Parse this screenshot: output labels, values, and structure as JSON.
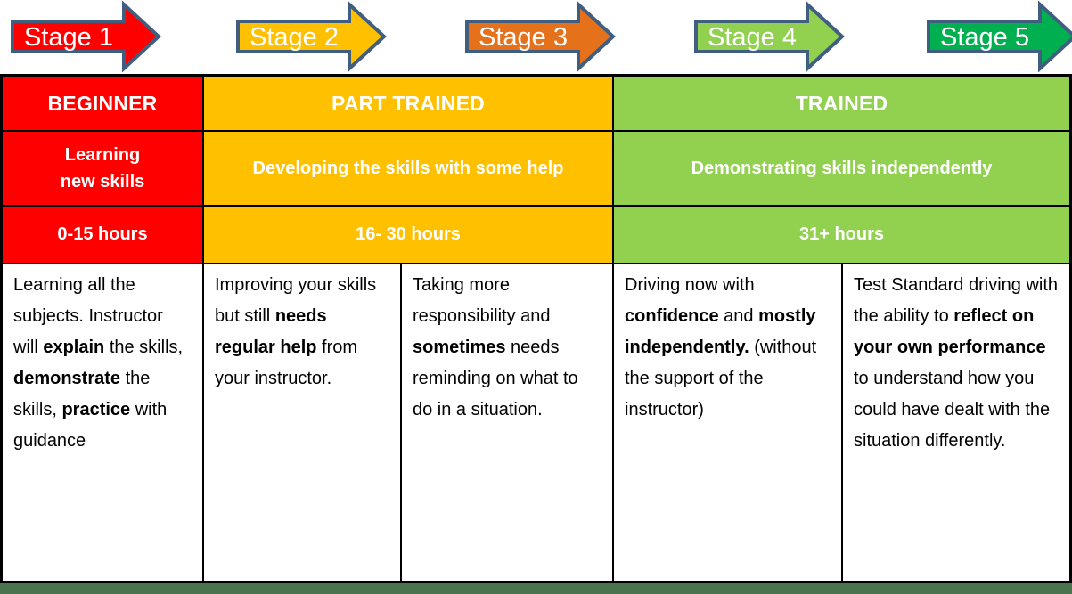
{
  "colors": {
    "stage1_red": "#FE0000",
    "stage2_yellow": "#FFC000",
    "stage3_orange": "#E5721B",
    "stage4_light_green": "#92D050",
    "stage5_green": "#00B050",
    "arrow_outline": "#405E7F",
    "table_border": "#000000",
    "header_text": "#FFFFFF",
    "body_text": "#000000",
    "bottom_bar_green": "#4A7450"
  },
  "stages": [
    {
      "label": "Stage 1",
      "color": "#FE0000"
    },
    {
      "label": "Stage 2",
      "color": "#FFC000"
    },
    {
      "label": "Stage 3",
      "color": "#E5721B"
    },
    {
      "label": "Stage 4",
      "color": "#92D050"
    },
    {
      "label": "Stage 5",
      "color": "#00B050"
    }
  ],
  "table": {
    "levels": [
      {
        "label": "BEGINNER",
        "color": "#FE0000"
      },
      {
        "label": "PART TRAINED",
        "color": "#FFC000"
      },
      {
        "label": "TRAINED",
        "color": "#92D050"
      }
    ],
    "summaries": [
      {
        "label": "Learning new skills",
        "color": "#FE0000"
      },
      {
        "label": "Developing the skills with some help",
        "color": "#FFC000"
      },
      {
        "label": "Demonstrating skills independently",
        "color": "#92D050"
      }
    ],
    "hours": [
      {
        "label": "0-15 hours",
        "color": "#FE0000"
      },
      {
        "label": "16- 30 hours",
        "color": "#FFC000"
      },
      {
        "label": "31+ hours",
        "color": "#92D050"
      }
    ],
    "details": [
      {
        "segments": [
          {
            "text": "Learning all the subjects. Instructor will ",
            "bold": false
          },
          {
            "text": "explain",
            "bold": true
          },
          {
            "text": " the skills, ",
            "bold": false
          },
          {
            "text": "demonstrate",
            "bold": true
          },
          {
            "text": " the skills, ",
            "bold": false
          },
          {
            "text": "practice",
            "bold": true
          },
          {
            "text": " with guidance",
            "bold": false
          }
        ]
      },
      {
        "segments": [
          {
            "text": "Improving your skills but still ",
            "bold": false
          },
          {
            "text": "needs regular help",
            "bold": true
          },
          {
            "text": " from your instructor.",
            "bold": false
          }
        ]
      },
      {
        "segments": [
          {
            "text": "Taking more responsibility and ",
            "bold": false
          },
          {
            "text": "sometimes",
            "bold": true
          },
          {
            "text": " needs reminding on what to do in a situation.",
            "bold": false
          }
        ]
      },
      {
        "segments": [
          {
            "text": "Driving now with ",
            "bold": false
          },
          {
            "text": "confidence",
            "bold": true
          },
          {
            "text": " and ",
            "bold": false
          },
          {
            "text": "mostly independently.",
            "bold": true
          },
          {
            "text": " (without the support of the instructor)",
            "bold": false
          }
        ]
      },
      {
        "segments": [
          {
            "text": "Test Standard driving with the ability to ",
            "bold": false
          },
          {
            "text": "reflect on your own performance",
            "bold": true
          },
          {
            "text": " to understand how you could have dealt with the situation differently.",
            "bold": false
          }
        ]
      }
    ]
  }
}
